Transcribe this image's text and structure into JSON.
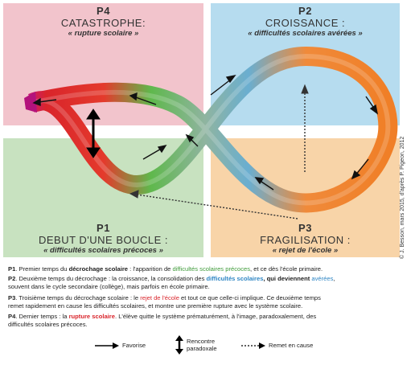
{
  "colors": {
    "p4_bg": "#f2c4cc",
    "p2_bg": "#b6dcef",
    "p1_bg": "#c8e2c0",
    "p3_bg": "#f8d4a8",
    "red": "#d9242b",
    "orange": "#f07f27",
    "green": "#5fb84c",
    "blue": "#2f86c4"
  },
  "quadrants": {
    "p4": {
      "label": "P4",
      "title": "CATASTROPHE:",
      "subtitle": "« rupture scolaire »"
    },
    "p2": {
      "label": "P2",
      "title": "CROISSANCE :",
      "subtitle": "« difficultés scolaires avérées »"
    },
    "p1": {
      "label": "P1",
      "title": "DEBUT D'UNE BOUCLE :",
      "subtitle": "« difficultés scolaires précoces »"
    },
    "p3": {
      "label": "P3",
      "title": "FRAGILISATION :",
      "subtitle": "« rejet de l'école »"
    }
  },
  "credit": "© J. Besson, mars 2015, d'après P. Pigeon, 2012",
  "descriptions": {
    "p1": {
      "label": "P1",
      "t1": ". Premier temps du ",
      "b1": "décrochage scolaire",
      "t2": " : l'apparition de ",
      "g1": "difficultés scolaires précoces",
      "t3": ", et ce dès l'école primaire."
    },
    "p2": {
      "label": "P2",
      "t1": ". Deuxième temps du décrochage : la croissance, la consolidation des ",
      "b1": "difficultés scolaires",
      "b2": ", qui deviennent ",
      "b3": "avérées",
      "t2": ",",
      "line2": "souvent dans le cycle secondaire (collège), mais parfois en école primaire."
    },
    "p3": {
      "label": "P3",
      "t1": ". Troisième temps du décrochage scolaire : le ",
      "r1": "rejet de l'école",
      "t2": " et tout ce que celle-ci implique. Ce deuxième temps",
      "line2": "remet rapidement en cause les difficultés scolaires, et montre une première rupture avec le système scolaire."
    },
    "p4": {
      "label": "P4",
      "t1": ". Dernier temps : la ",
      "r1": "rupture scolaire",
      "t2": ". L'élève quitte le système prématurément, à l'image, paradoxalement, des",
      "line2": "difficultés scolaires précoces."
    }
  },
  "legend": {
    "favorise": "Favorise",
    "rencontre_line1": "Rencontre",
    "rencontre_line2": "paradoxale",
    "remet": "Remet en cause"
  }
}
